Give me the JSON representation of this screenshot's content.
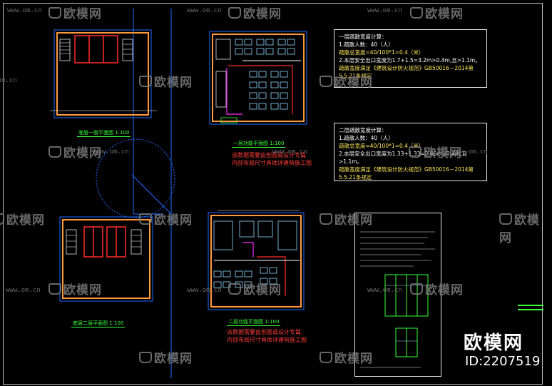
{
  "watermark": {
    "url": "www.om.cn",
    "brand": "欧模网"
  },
  "plans": {
    "p1_title": "底层一层平面图 1:100",
    "p2_title": "一层功能平面图 1:100",
    "p3_title": "底层二层平面图 1:100",
    "p4_title": "二层功能平面图 1:100"
  },
  "notes": {
    "note1_line1": "该数据需要由剖面或设计专篇",
    "note1_line2": "内部布局尺寸具体详建筑施工图",
    "note2_line1": "该数据需要由剖面或设计专篇",
    "note2_line2": "内部布局尺寸具体详建筑施工图"
  },
  "calc_1": {
    "heading": "一层疏散宽度计算：",
    "line1": "1.疏散人数：40（人）",
    "line2": "疏散总宽度=40/100*1=0.4（米）",
    "line3": "2.本层安全出口宽度为1.7+1.5=3.2m>0.4m,且>1.1m。",
    "line4": "疏散宽度满足《建筑设计防火规范》GB50016－2014第5.5.21条规定"
  },
  "calc_2": {
    "heading": "二层疏散宽度计算：",
    "line1": "1.疏散人数：40（人）",
    "line2": "疏散总宽度=40/100*1=0.4（米）",
    "line3": "2.本层安全出口宽度为1.33+1.33=2.66m>0.4m,且>1.1m。",
    "line4": "疏散宽度满足《建筑设计防火规范》GB50016－2014第5.5.21条规定"
  },
  "brand_block": {
    "name": "欧模网",
    "id": "ID:2207519"
  },
  "colors": {
    "wall": "#ff9a3c",
    "axis": "#1f6bff",
    "partition": "#ff2a2a",
    "furniture": "#8fd8ff",
    "text_green": "#39ff39",
    "accent_magenta": "#ff2aff"
  }
}
